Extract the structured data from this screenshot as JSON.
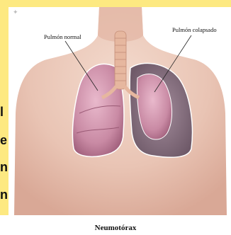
{
  "labels": {
    "normal_lung": "Pulmón normal",
    "collapsed_lung": "Pulmón colapsado"
  },
  "caption": "Neumotórax",
  "edge_letters": [
    "l",
    "e",
    "n",
    "n"
  ],
  "colors": {
    "background_yellow": "#fde981",
    "skin": "#e9c4b4",
    "lung_pink": "#c98aa4",
    "collapsed_space": "#8e7887",
    "trachea": "#e6b79f"
  }
}
